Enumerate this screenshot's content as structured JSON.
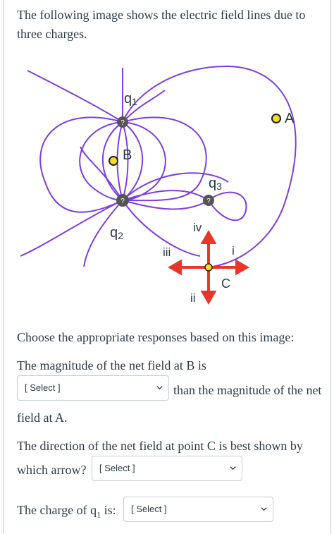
{
  "intro": "The following image shows the electric field lines due to three charges.",
  "figure": {
    "charge_labels": {
      "q1": "q",
      "q1_sub": "1",
      "q2": "q",
      "q2_sub": "2",
      "q3": "q",
      "q3_sub": "3"
    },
    "charge_marker": "?",
    "point_labels": {
      "A": "A",
      "B": "B",
      "C": "C"
    },
    "arrow_labels": {
      "i": "i",
      "ii": "ii",
      "iii": "iii",
      "iv": "iv"
    },
    "colors": {
      "field_line": "#7b3fe4",
      "arrow": "#e8372a",
      "point_fill": "#f5dc28",
      "charge": "#555555"
    }
  },
  "prompt": "Choose the appropriate responses based on this image:",
  "question1": {
    "text_before": "The magnitude of the net field at B is",
    "text_after": "than the magnitude of the net",
    "text_end": "field at A.",
    "select_value": "[ Select ]"
  },
  "question2": {
    "text_line1": "The direction of the net field at point C is best shown by",
    "text_line2": "which arrow?",
    "select_value": "[ Select ]"
  },
  "question3": {
    "text_before": "The charge of q",
    "text_sub": "1",
    "text_after": " is:",
    "select_value": "[ Select ]"
  }
}
